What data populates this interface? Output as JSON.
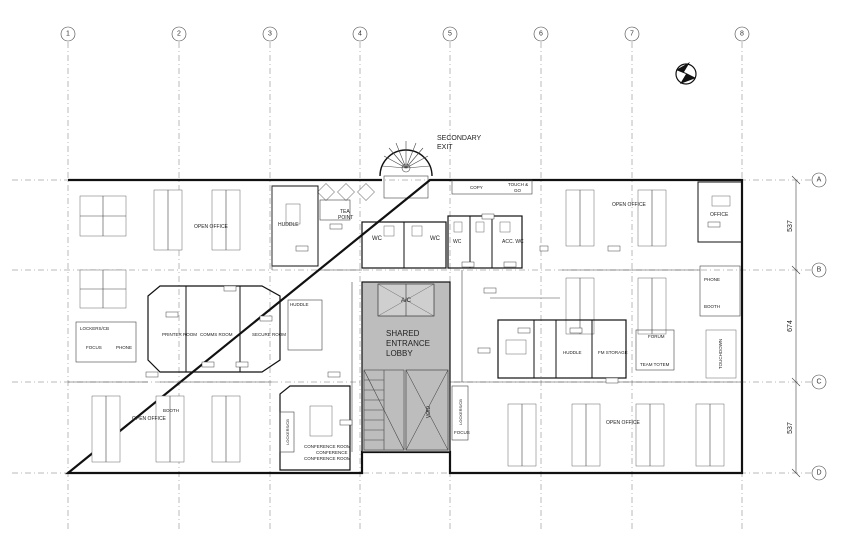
{
  "grid": {
    "columns": [
      "1",
      "2",
      "3",
      "4",
      "5",
      "6",
      "7",
      "8"
    ],
    "rows": [
      "A",
      "B",
      "C",
      "D"
    ],
    "row_dimensions": [
      "537",
      "674",
      "537"
    ]
  },
  "rooms": {
    "secondary_exit_line1": "SECONDARY",
    "secondary_exit_line2": "EXIT",
    "copy": "COPY",
    "touch_down_line1": "TOUCH &",
    "touch_down_line2": "GO",
    "tea_point_line1": "TEA",
    "tea_point_line2": "POINT",
    "huddle_top": "HUDDLE",
    "wc_left": "WC",
    "wc_right": "WC",
    "wc_small": "WC",
    "acc_wc": "ACC. WC",
    "open_office_nw": "OPEN OFFICE",
    "open_office_ne": "OPEN OFFICE",
    "office_ne": "OFFICE",
    "phone_e": "PHONE",
    "booth_e": "BOOTH",
    "lockers_w": "LOCKERS/CB",
    "focus_w": "FOCUS",
    "phone_w": "PHONE",
    "printer_room": "PRINTER ROOM",
    "comms_room": "COMMS ROOM",
    "secure_room": "SECURE ROOM",
    "huddle_mid": "HUDDLE",
    "lift": "A/C",
    "shared_lobby_line1": "SHARED",
    "shared_lobby_line2": "ENTRANCE",
    "shared_lobby_line3": "LOBBY",
    "void": "VOID",
    "lockers_mid": "LOCKERS/CB",
    "focus_mid": "FOCUS",
    "conference_room": "CONFERENCE ROOM",
    "conference_small": "CONFERENCE",
    "huddle_e": "HUDDLE",
    "fm_storage": "FM STORAGE",
    "forum": "FORUM",
    "team_totem": "TEAM TOTEM",
    "touchdown_e": "TOUCHDOWN",
    "open_office_sw": "OPEN OFFICE",
    "booth_sw": "BOOTH",
    "open_office_se": "OPEN OFFICE",
    "lockers_sw": "LOCKERS/CB",
    "conf_room_sw": "CONFERENCE ROOM"
  }
}
